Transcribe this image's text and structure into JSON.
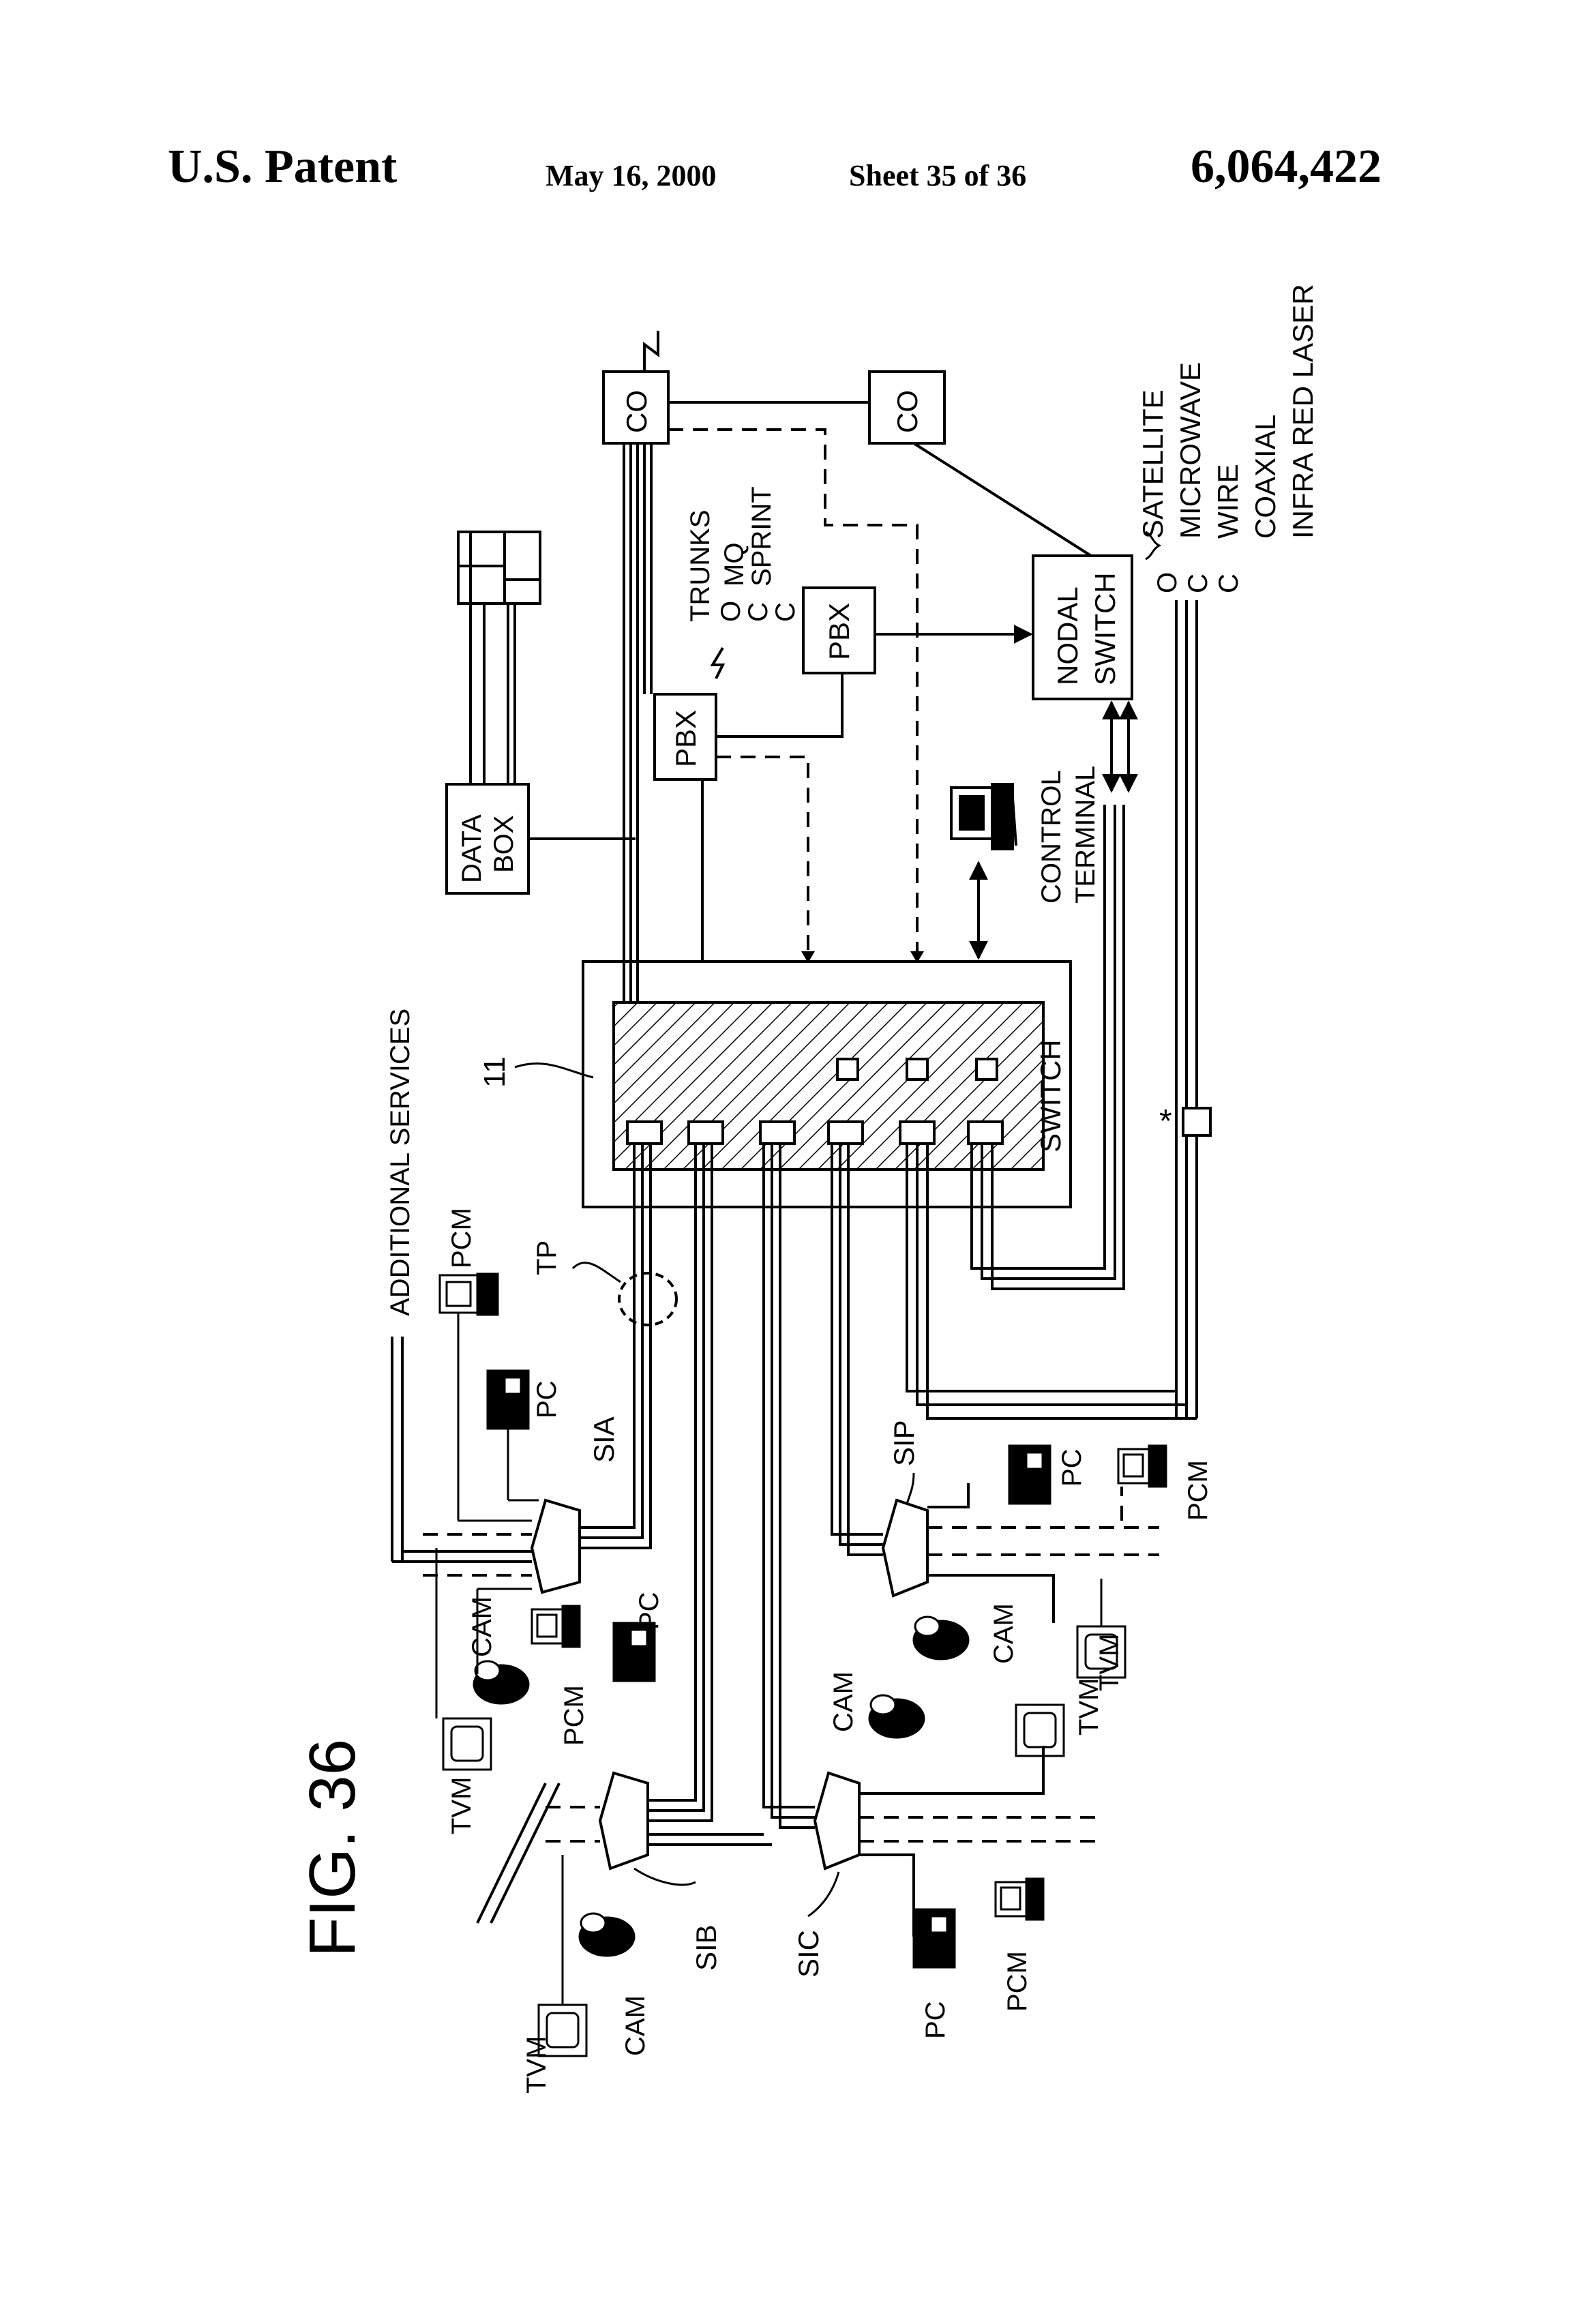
{
  "header": {
    "title": "U.S. Patent",
    "date": "May 16, 2000",
    "sheet": "Sheet 35 of 36",
    "patent_number": "6,064,422"
  },
  "figure": {
    "label": "FIG. 36",
    "ref_switch_number": "11",
    "labels": {
      "switch": "SWITCH",
      "data_box_1": "DATA",
      "data_box_2": "BOX",
      "pbx": "PBX",
      "co": "CO",
      "nodal_1": "NODAL",
      "nodal_2": "SWITCH",
      "control_1": "CONTROL",
      "control_2": "TERMINAL",
      "trunks": "TRUNKS",
      "carrier_o": "O",
      "carrier_c": "C",
      "mq": "MQ",
      "sprint": "SPRINT",
      "additional_services": "ADDITIONAL SERVICES",
      "tp": "TP",
      "star": "*",
      "sia": "SIA",
      "sib": "SIB",
      "sic": "SIC",
      "sip": "SIP",
      "pc": "PC",
      "pcm": "PCM",
      "cam": "CAM",
      "tvm": "TVM"
    },
    "media": [
      "SATELLITE",
      "MICROWAVE",
      "WIRE",
      "COAXIAL",
      "INFRA RED LASER"
    ]
  }
}
